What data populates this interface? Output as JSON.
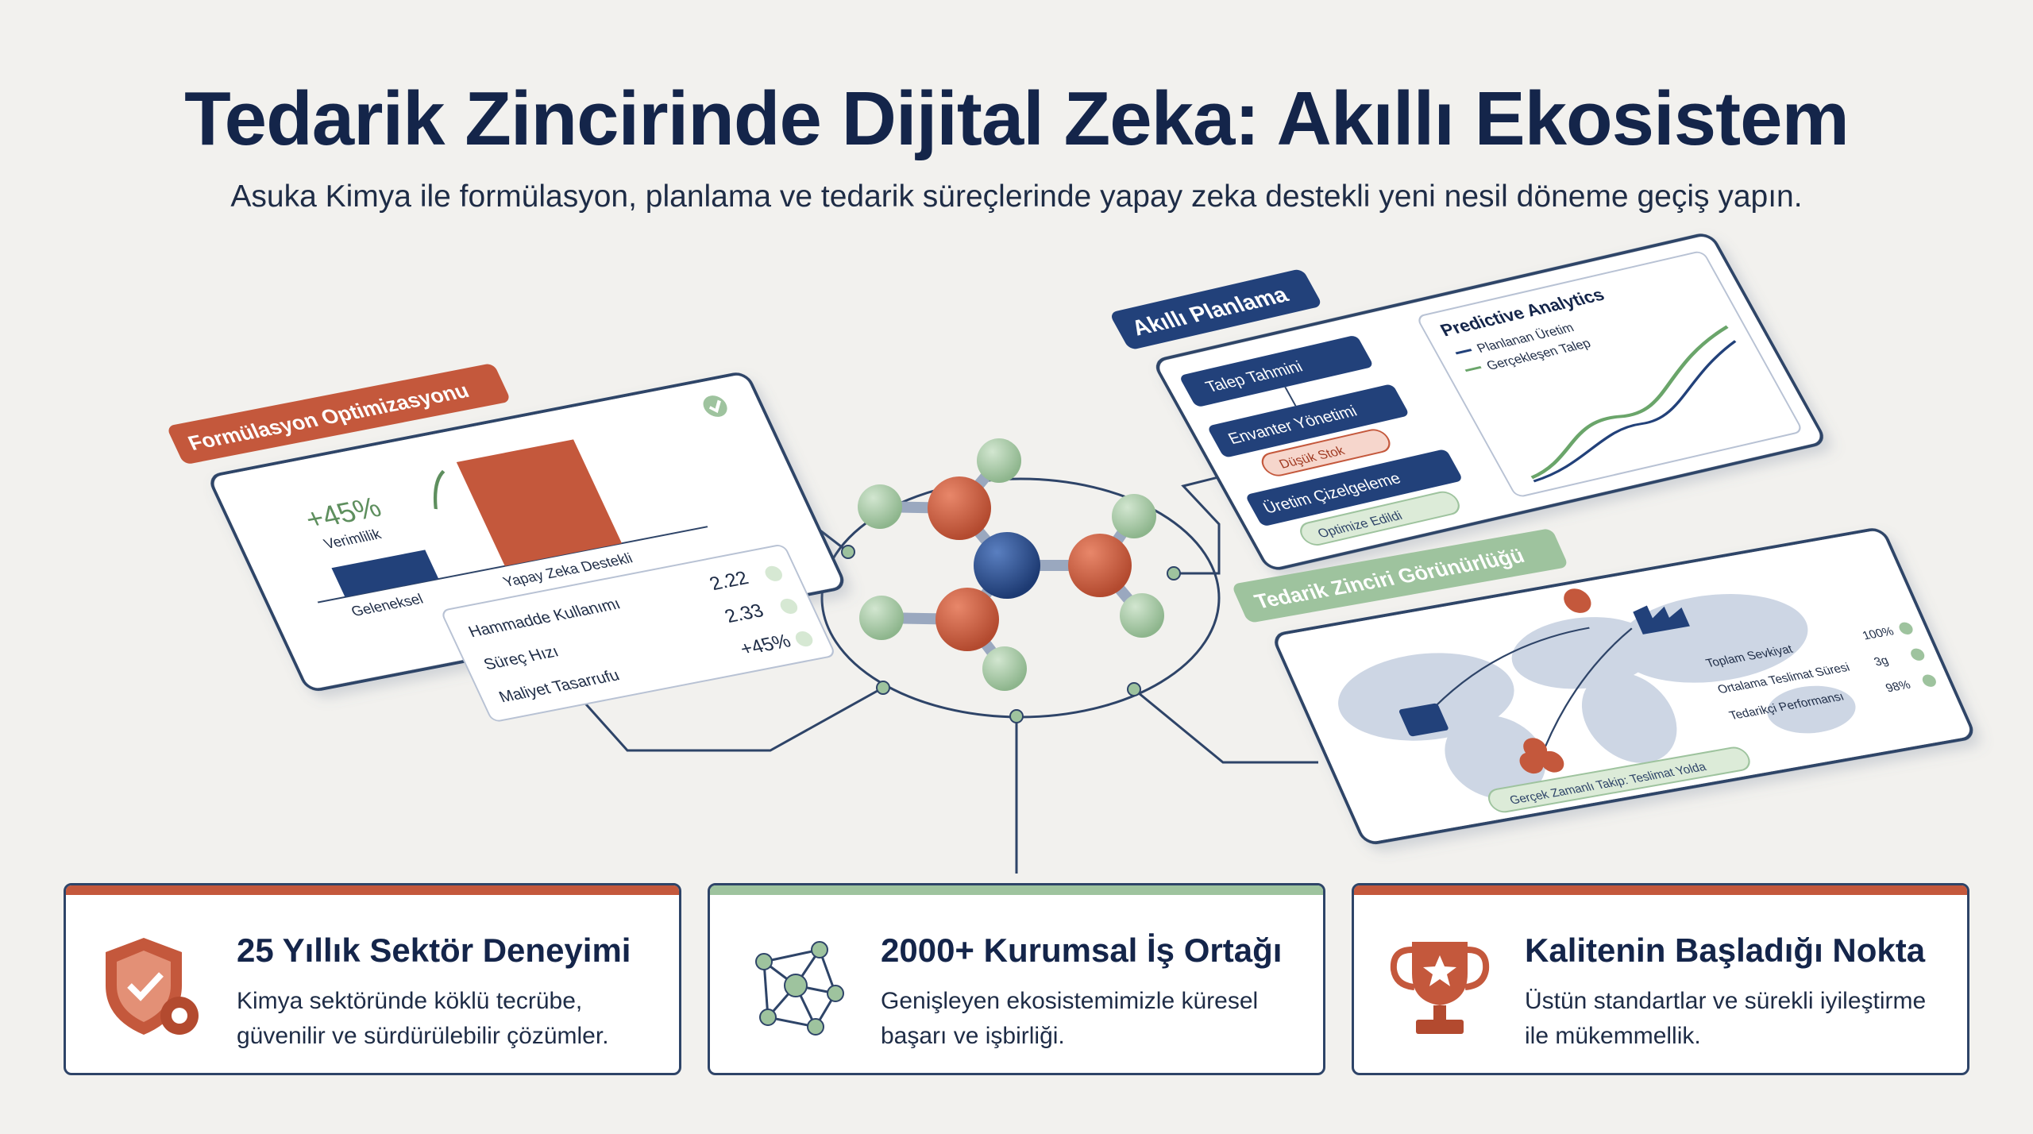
{
  "header": {
    "title": "Tedarik Zincirinde Dijital Zeka: Akıllı Ekosistem",
    "subtitle": "Asuka Kimya ile formülasyon, planlama ve tedarik süreçlerinde yapay zeka destekli yeni nesil döneme geçiş yapın."
  },
  "colors": {
    "navy": "#22417a",
    "terracotta": "#c4583c",
    "sage": "#9ec39e",
    "line": "#2e4468"
  },
  "panels": {
    "formulation": {
      "label": "Formülasyon Optimizasyonu",
      "gain": "+45%",
      "gain_caption": "Verimlilik",
      "bar_left_label": "Geleneksel",
      "bar_right_label": "Yapay Zeka Destekli",
      "bar_left_value": 0.28,
      "bar_right_value": 1.0,
      "metrics": [
        {
          "label": "Hammadde Kullanımı",
          "value": "2.22"
        },
        {
          "label": "Süreç Hızı",
          "value": "2.33"
        },
        {
          "label": "Maliyet Tasarrufu",
          "value": "+45%"
        }
      ]
    },
    "planning": {
      "label": "Akıllı Planlama",
      "steps": [
        "Talep Tahmini",
        "Envanter Yönetimi",
        "Üretim Çizelgeleme"
      ],
      "warning": "Düşük Stok",
      "ok": "Optimize Edildi",
      "chart_title": "Predictive Analytics",
      "legend": [
        "Planlanan Üretim",
        "Gerçekleşen Talep"
      ]
    },
    "supply": {
      "label": "Tedarik Zinciri Görünürlüğü",
      "stats": [
        {
          "label": "Toplam Sevkiyat",
          "value": "100%"
        },
        {
          "label": "Ortalama Teslimat Süresi",
          "value": "3g"
        },
        {
          "label": "Tedarikçi Performansı",
          "value": "98%"
        }
      ],
      "tracking": "Gerçek Zamanlı Takip: Teslimat Yolda"
    }
  },
  "cards": [
    {
      "title": "25 Yıllık Sektör Deneyimi",
      "description": "Kimya sektöründe köklü tecrübe, güvenilir ve sürdürülebilir çözümler.",
      "icon": "shield-gear-icon",
      "accent": "#c4583c"
    },
    {
      "title": "2000+ Kurumsal İş Ortağı",
      "description": "Genişleyen ekosistemimizle küresel başarı ve işbirliği.",
      "icon": "network-icon",
      "accent": "#9ec39e"
    },
    {
      "title": "Kalitenin Başladığı Nokta",
      "description": "Üstün standartlar ve sürekli iyileştirme ile mükemmellik.",
      "icon": "trophy-icon",
      "accent": "#c4583c"
    }
  ]
}
